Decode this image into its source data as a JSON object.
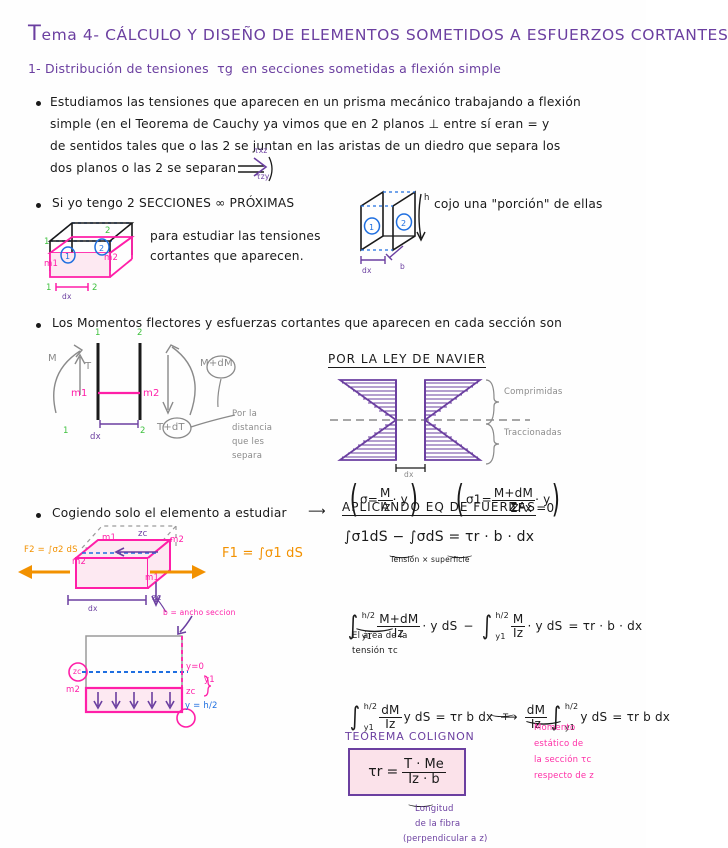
{
  "document": {
    "title_prefix": "T",
    "title": "ema 4- CÁLCULO Y DISEÑO DE ELEMENTOS SOMETIDOS A ESFUERZOS CORTANTES",
    "subtitle": "1- Distribución de tensiones  τg  en secciones sometidas a flexión simple"
  },
  "section1": {
    "line1": "Estudiamos las tensiones que aparecen en un prisma mecánico trabajando a flexión",
    "line2": "simple (en el Teorema de Cauchy ya vimos que en 2 planos ⊥ entre sí eran = y",
    "line3": "de sentidos tales que o las 2 se juntan en las aristas de un diedro que separa los",
    "line4": "dos planos o las 2 se separan",
    "tau_label_top": "τxz",
    "tau_label_bottom": "τzy"
  },
  "section2": {
    "heading": "Si yo tengo 2 SECCIONES ∞ PRÓXIMAS",
    "note_line1": "para estudiar las tensiones",
    "note_line2": "cortantes que aparecen.",
    "cube_labels": {
      "one": "1",
      "two": "2",
      "m1": "m1",
      "m2": "m2",
      "dx": "dx"
    },
    "right_caption": "cojo una \"porción\" de ellas",
    "right_labels": {
      "h": "h",
      "b": "b",
      "dx": "dx",
      "s1": "1",
      "s2": "2"
    }
  },
  "section3": {
    "heading": "Los Momentos flectores y esfuerzas cortantes que aparecen en cada sección son",
    "diagram": {
      "M": "M",
      "T": "T",
      "m1": "m1",
      "m2": "m2",
      "sec1": "1",
      "sec2": "2",
      "dx": "dx",
      "MdM": "M+dM",
      "TdT": "T+dT",
      "note_l1": "Por la",
      "note_l2": "distancia",
      "note_l3": "que les",
      "note_l4": "separa"
    },
    "navier": {
      "heading": "POR LA LEY DE NAVIER",
      "label_top": "Comprimidas",
      "label_bottom": "Traccionadas",
      "dx": "dx",
      "eq1": {
        "sigma": "σ",
        "eq": "=",
        "num": "M",
        "den": "Iz",
        "mult": "· y"
      },
      "eq2": {
        "sigma": "σ1",
        "eq": "=",
        "num": "M+dM",
        "den": "Iz",
        "mult": "· y"
      }
    }
  },
  "section4": {
    "heading": "Cogiendo solo el elemento a estudiar",
    "arrow": "⟶",
    "block_labels": {
      "m1": "m1",
      "m2": "m2",
      "n1": "m1",
      "n2": "m2",
      "zc": "zc",
      "dx": "dx",
      "zc2": "zc",
      "b_note": "b = ancho seccion",
      "F2": "F2 = ∫σ2 dS",
      "F1": "F1 = ∫σ1 dS"
    },
    "cross_section": {
      "zc": "zc",
      "m2": "m2",
      "zc_low": "zc",
      "y0": "y=0",
      "y1": "y1",
      "y_h2": "y = h/2",
      "circled": "y"
    }
  },
  "section5": {
    "heading": "APLICANDO EQ DE FUERZAS",
    "sum": "ΣFx =0",
    "eq1": {
      "left": "∫σ1dS − ∫σdS = τr · b · dx",
      "note": "Tensión × superficie"
    },
    "eq2": {
      "upper": "h/2",
      "lower": "y1",
      "num1": "M+dM",
      "den1": "Iz",
      "tail1": "· y dS",
      "minus": "−",
      "num2": "M",
      "den2": "Iz",
      "tail2": "· y dS",
      "rhs": "= τr · b · dx",
      "note_l1": "El área de la",
      "note_l2": "tensión τc"
    },
    "eq3": {
      "upper": "h/2",
      "lower": "y1",
      "num": "dM",
      "den": "Iz",
      "tail": "y dS",
      "rhs": "= τr b dx",
      "arrow": "⟶",
      "num2": "dM",
      "den2": "Iz",
      "upper2": "h/2",
      "lower2": "y1",
      "tail2": "y dS",
      "rhs2": "= τr b dx",
      "under_T": "T",
      "note_l1": "Momento",
      "note_l2": "estático de",
      "note_l3": "la sección τc",
      "note_l4": "respecto de z"
    },
    "theorem": {
      "name": "TEOREMA COLIGNON",
      "tau": "τr",
      "eq": "=",
      "num": "T · Me",
      "den": "Iz · b",
      "note_l1": "Longitud",
      "note_l2": "de la fibra",
      "note_l3": "(perpendicular a z)"
    }
  },
  "colors": {
    "purple": "#6b3fa0",
    "magenta": "#ff1fa8",
    "blue": "#1f6fe0",
    "green": "#3fc13f",
    "orange": "#f29100",
    "grey": "#8a8a8a",
    "box_fill": "#fbe2ea"
  }
}
